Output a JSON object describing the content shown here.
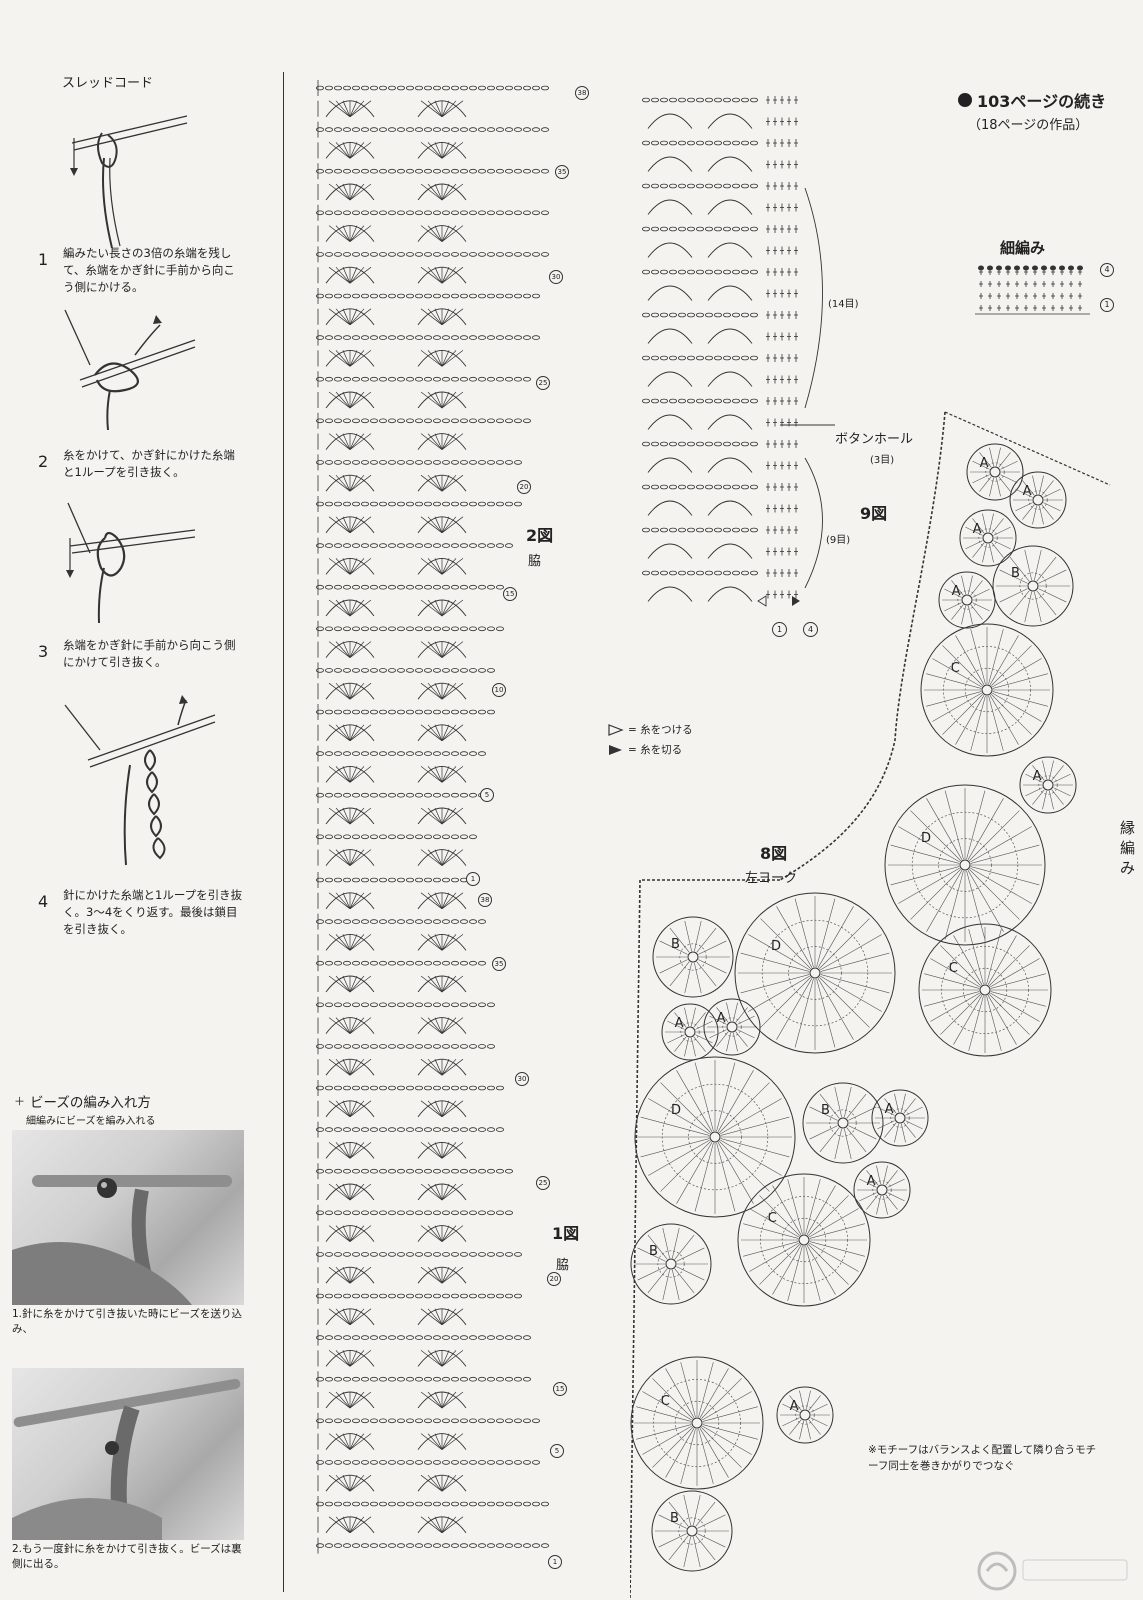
{
  "thread_cord": {
    "title": "スレッドコード",
    "steps": [
      {
        "num": "1",
        "text": "編みたい長さの3倍の糸端を残して、糸端をかぎ針に手前から向こう側にかける。"
      },
      {
        "num": "2",
        "text": "糸をかけて、かぎ針にかけた糸端と1ループを引き抜く。"
      },
      {
        "num": "3",
        "text": "糸端をかぎ針に手前から向こう側にかけて引き抜く。"
      },
      {
        "num": "4",
        "text": "針にかけた糸端と1ループを引き抜く。3〜4をくり返す。最後は鎖目を引き抜く。"
      }
    ]
  },
  "beads": {
    "title": "ビーズの編み入れ方",
    "subtitle": "細編みにビーズを編み入れる",
    "caption1": "1.針に糸をかけて引き抜いた時にビーズを送り込み、",
    "caption2": "2.もう一度針に糸をかけて引き抜く。ビーズは裏側に出る。"
  },
  "header": {
    "continued": "103ページの続き",
    "source": "（18ページの作品）"
  },
  "sc_chart": {
    "title": "細編み",
    "row_a": "4",
    "row_b": "1"
  },
  "fig2": {
    "label": "2図",
    "sub": "脇",
    "marks": [
      "38",
      "35",
      "30",
      "25",
      "20",
      "15",
      "10",
      "5",
      "1"
    ]
  },
  "fig1": {
    "label": "1図",
    "sub": "脇",
    "marks": [
      "38",
      "35",
      "30",
      "25",
      "20",
      "15",
      "5",
      "1"
    ]
  },
  "fig9": {
    "label": "9図",
    "rows14": "(14目)",
    "buttonhole": "ボタンホール",
    "buttonhole_sub": "(3目)",
    "rows9": "(9目)",
    "mark_a": "1",
    "mark_b": "4"
  },
  "legend": {
    "attach": "= 糸をつける",
    "cut": "= 糸を切る"
  },
  "fig8": {
    "label": "8図",
    "sub": "左ヨーク",
    "side_label": "縁編み",
    "motifs": [
      "A",
      "A",
      "A",
      "A",
      "B",
      "C",
      "A",
      "D",
      "B",
      "A",
      "A",
      "D",
      "C",
      "B",
      "A",
      "D",
      "A",
      "B",
      "C",
      "A",
      "C",
      "B"
    ],
    "note": "※モチーフはバランスよく配置して隣り合うモチーフ同士を巻きかがりでつなぐ"
  }
}
